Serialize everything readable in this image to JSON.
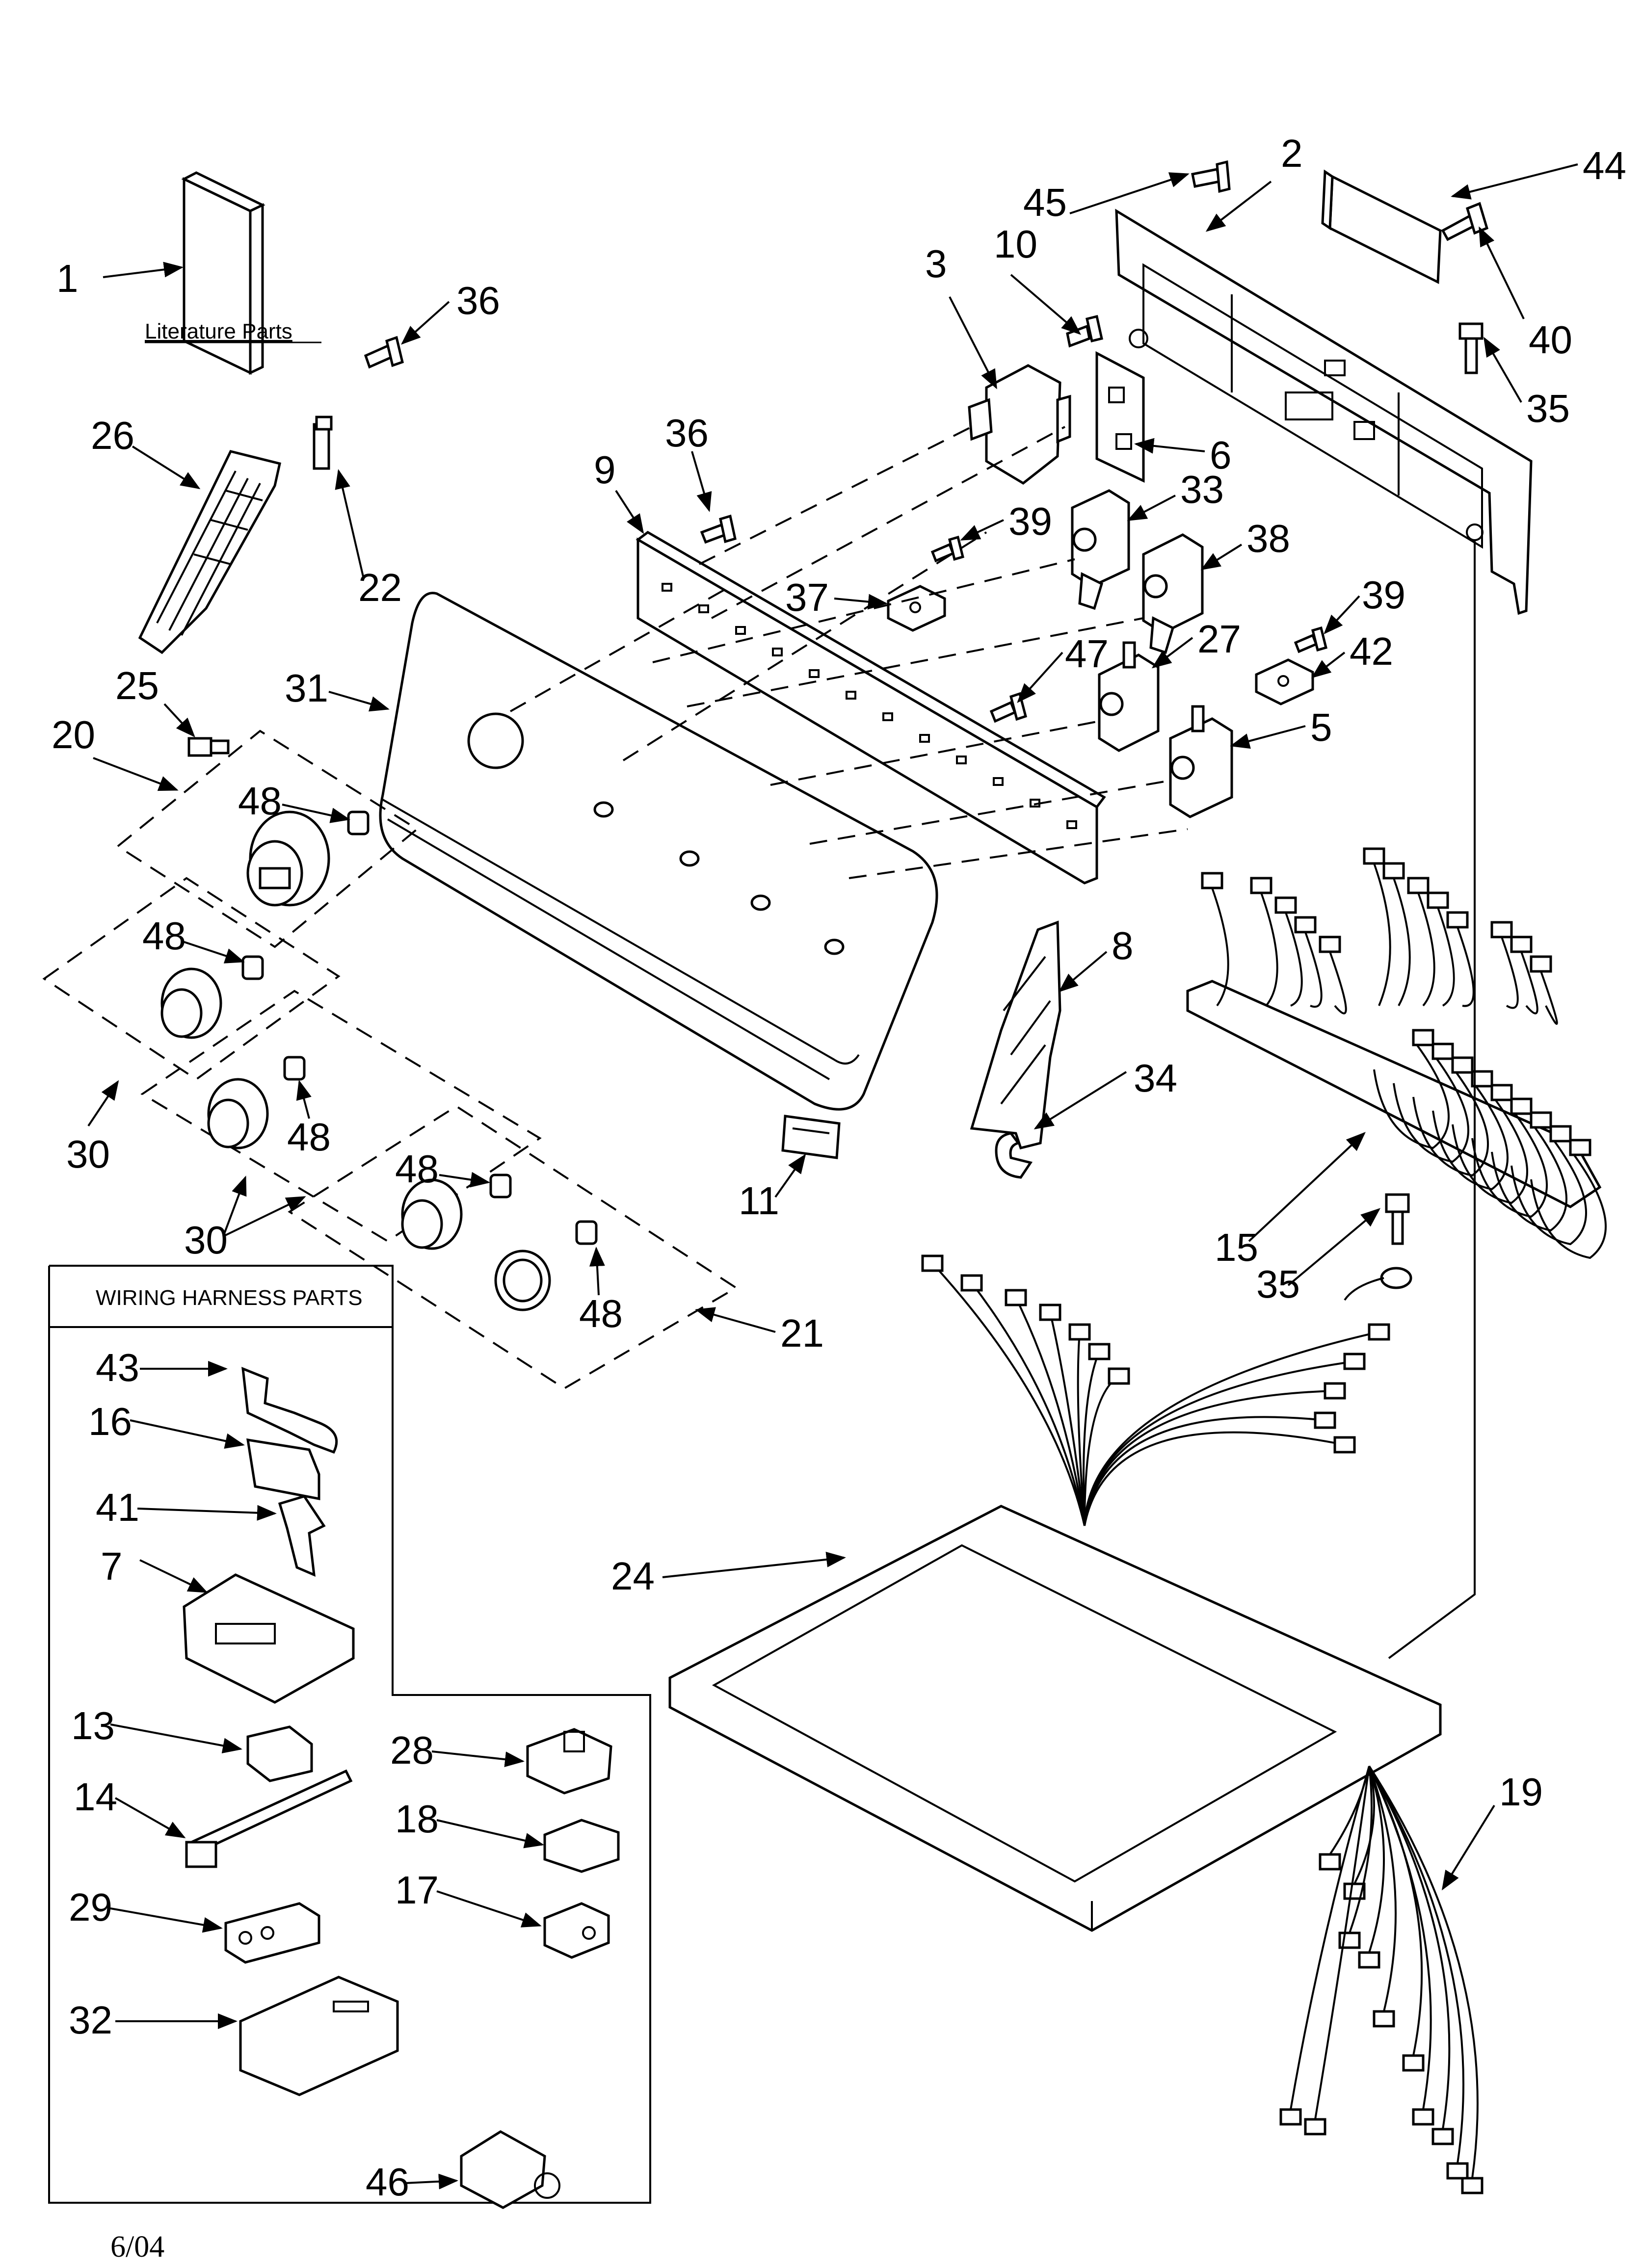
{
  "sections": {
    "literature": "Literature Parts",
    "wiring": "WIRING HARNESS PARTS"
  },
  "date": "6/04",
  "callouts": [
    {
      "id": "c1",
      "label": "1"
    },
    {
      "id": "c2",
      "label": "2"
    },
    {
      "id": "c3",
      "label": "3"
    },
    {
      "id": "c10",
      "label": "10"
    },
    {
      "id": "c45",
      "label": "45"
    },
    {
      "id": "c44",
      "label": "44"
    },
    {
      "id": "c40",
      "label": "40"
    },
    {
      "id": "c35a",
      "label": "35"
    },
    {
      "id": "c36a",
      "label": "36"
    },
    {
      "id": "c26",
      "label": "26"
    },
    {
      "id": "c22",
      "label": "22"
    },
    {
      "id": "c36b",
      "label": "36"
    },
    {
      "id": "c9",
      "label": "9"
    },
    {
      "id": "c6",
      "label": "6"
    },
    {
      "id": "c33",
      "label": "33"
    },
    {
      "id": "c39a",
      "label": "39"
    },
    {
      "id": "c38",
      "label": "38"
    },
    {
      "id": "c37",
      "label": "37"
    },
    {
      "id": "c39b",
      "label": "39"
    },
    {
      "id": "c27",
      "label": "27"
    },
    {
      "id": "c47",
      "label": "47"
    },
    {
      "id": "c42",
      "label": "42"
    },
    {
      "id": "c25",
      "label": "25"
    },
    {
      "id": "c31",
      "label": "31"
    },
    {
      "id": "c5",
      "label": "5"
    },
    {
      "id": "c20",
      "label": "20"
    },
    {
      "id": "c48a",
      "label": "48"
    },
    {
      "id": "c48b",
      "label": "48"
    },
    {
      "id": "c8",
      "label": "8"
    },
    {
      "id": "c34",
      "label": "34"
    },
    {
      "id": "c48c",
      "label": "48"
    },
    {
      "id": "c30a",
      "label": "30"
    },
    {
      "id": "c48d",
      "label": "48"
    },
    {
      "id": "c11",
      "label": "11"
    },
    {
      "id": "c30b",
      "label": "30"
    },
    {
      "id": "c15",
      "label": "15"
    },
    {
      "id": "c35b",
      "label": "35"
    },
    {
      "id": "c48e",
      "label": "48"
    },
    {
      "id": "c21",
      "label": "21"
    },
    {
      "id": "c43",
      "label": "43"
    },
    {
      "id": "c16",
      "label": "16"
    },
    {
      "id": "c41",
      "label": "41"
    },
    {
      "id": "c7",
      "label": "7"
    },
    {
      "id": "c24",
      "label": "24"
    },
    {
      "id": "c13",
      "label": "13"
    },
    {
      "id": "c28",
      "label": "28"
    },
    {
      "id": "c14",
      "label": "14"
    },
    {
      "id": "c18",
      "label": "18"
    },
    {
      "id": "c19",
      "label": "19"
    },
    {
      "id": "c17",
      "label": "17"
    },
    {
      "id": "c29",
      "label": "29"
    },
    {
      "id": "c32",
      "label": "32"
    },
    {
      "id": "c46",
      "label": "46"
    }
  ]
}
